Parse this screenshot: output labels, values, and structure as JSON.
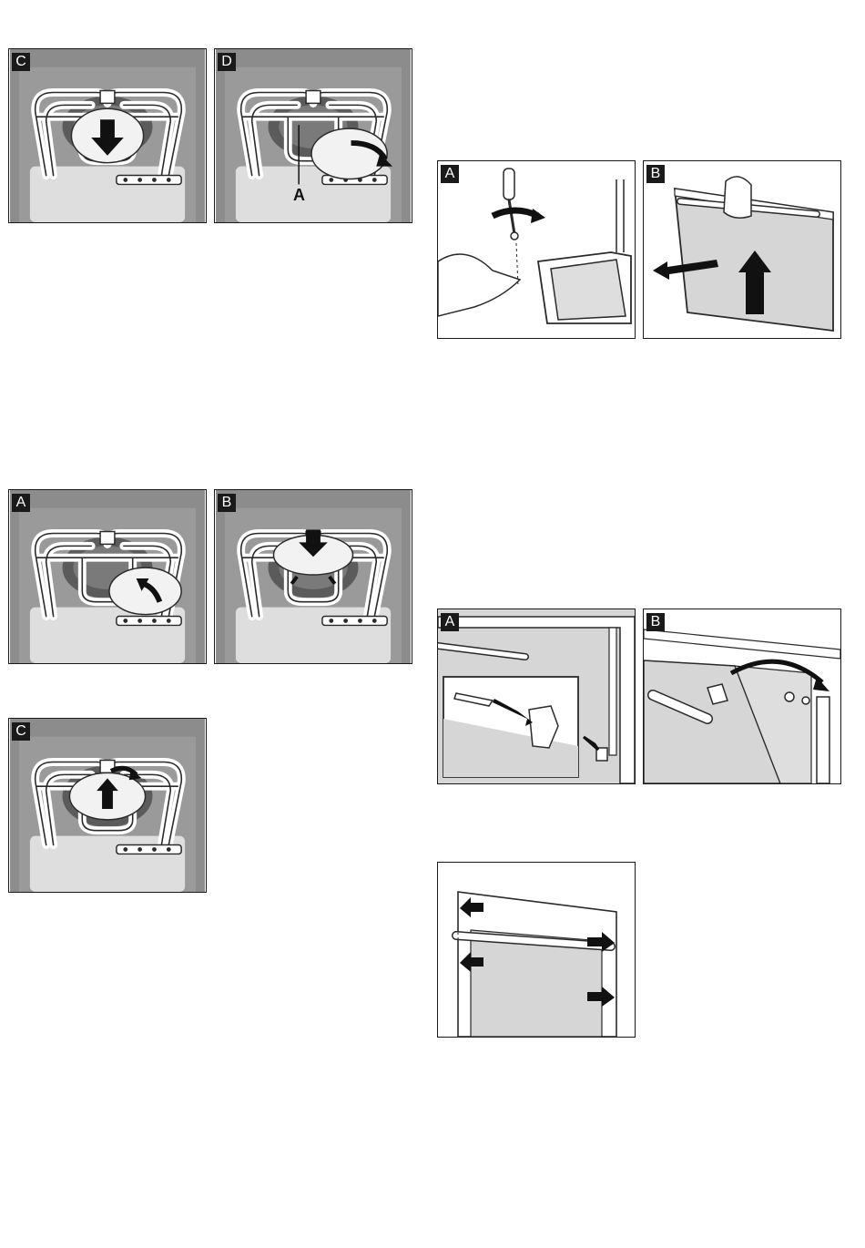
{
  "figures": [
    {
      "id": "element-c-top",
      "label": "C"
    },
    {
      "id": "element-d",
      "label": "D",
      "callout": "A"
    },
    {
      "id": "door-a",
      "label": "A"
    },
    {
      "id": "door-b",
      "label": "B"
    },
    {
      "id": "element-a",
      "label": "A"
    },
    {
      "id": "element-b",
      "label": "B"
    },
    {
      "id": "hinge-a",
      "label": "A"
    },
    {
      "id": "hinge-b",
      "label": "B"
    },
    {
      "id": "element-c-bottom",
      "label": "C"
    },
    {
      "id": "door-panels",
      "label": ""
    }
  ],
  "colors": {
    "border": "#1a1a1a",
    "cavity_gray": "#9a9a9a",
    "panel_gray": "#d2d2d2",
    "wire": "#ffffff",
    "arrow": "#111111"
  }
}
